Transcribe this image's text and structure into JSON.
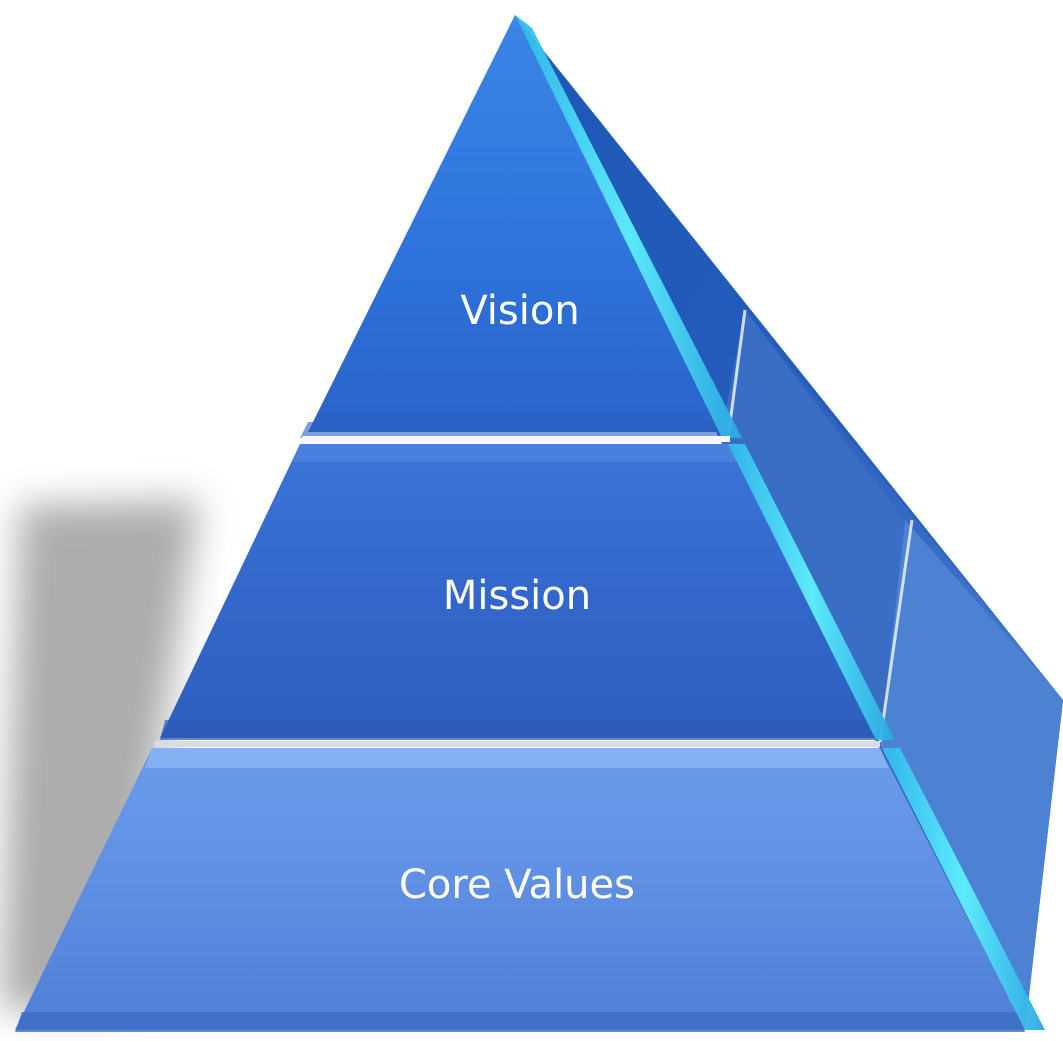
{
  "diagram": {
    "tiers": [
      {
        "label": "Vision"
      },
      {
        "label": "Mission"
      },
      {
        "label": "Core Values"
      }
    ],
    "colors": {
      "vision_face": "#2f72d8",
      "mission_face": "#3669cc",
      "core_values_face": "#5f8ee4",
      "side_face": "#3f6fc0",
      "edge_highlight": "#3fd9f0",
      "divider": "#f4f6fb"
    }
  }
}
